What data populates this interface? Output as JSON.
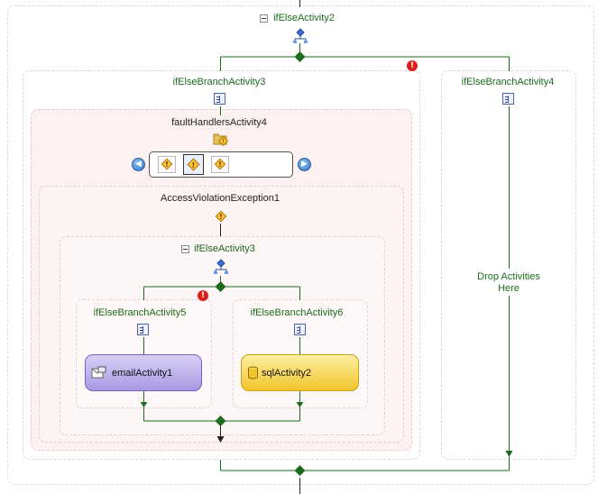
{
  "root": {
    "title": "ifElseActivity2"
  },
  "branch3": {
    "title": "ifElseBranchActivity3"
  },
  "branch4": {
    "title": "ifElseBranchActivity4",
    "drop_line1": "Drop Activities",
    "drop_line2": "Here"
  },
  "fault": {
    "title": "faultHandlersActivity4"
  },
  "exception": {
    "title": "AccessViolationException1"
  },
  "ifelse3": {
    "title": "ifElseActivity3"
  },
  "branch5": {
    "title": "ifElseBranchActivity5",
    "activity": "emailActivity1"
  },
  "branch6": {
    "title": "ifElseBranchActivity6",
    "activity": "sqlActivity2"
  },
  "colors": {
    "connector": "#1d6b1d",
    "fault_bg": "#fdf0f0",
    "email": "#b9abe8",
    "sql": "#f5d24d",
    "error": "#d8211c"
  }
}
